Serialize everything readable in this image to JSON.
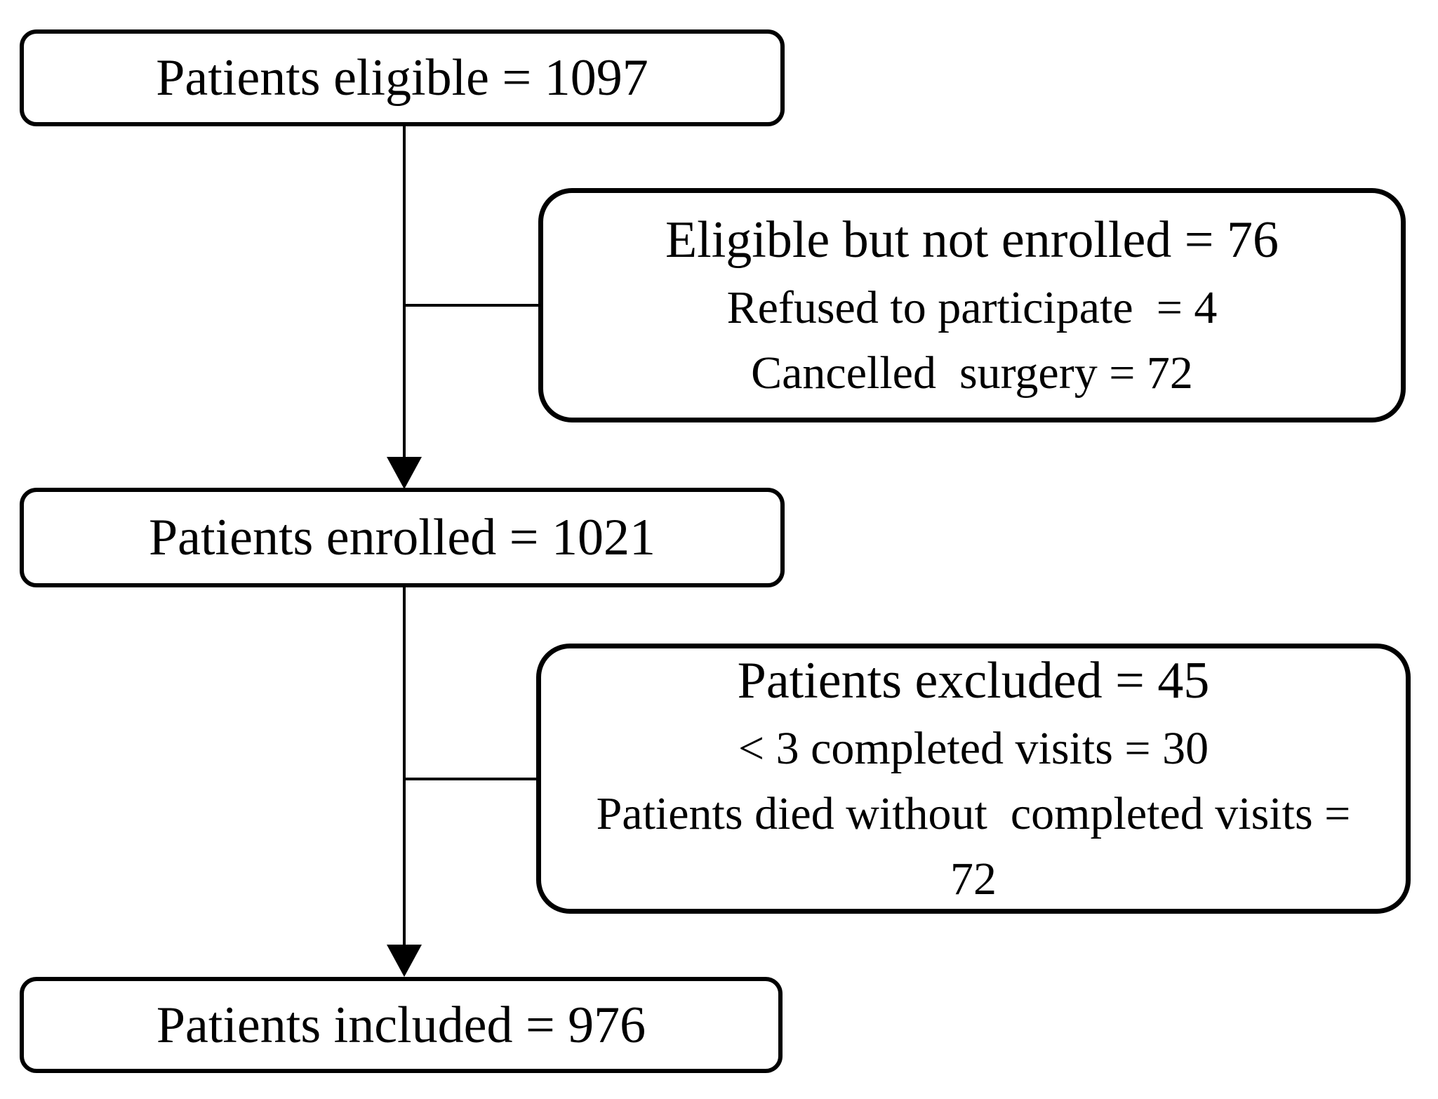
{
  "palette": {
    "background": "#ffffff",
    "border": "#000000",
    "text": "#000000",
    "connector": "#000000"
  },
  "flowchart": {
    "type": "patient-enrollment-flow",
    "boxes": {
      "eligible": {
        "line1": "Patients eligible = 1097"
      },
      "not_enrolled": {
        "line1": "Eligible but not enrolled = 76",
        "line2": "Refused to participate  = 4",
        "line3": "Cancelled  surgery = 72"
      },
      "enrolled": {
        "line1": "Patients enrolled = 1021"
      },
      "excluded": {
        "line1": "Patients excluded = 45",
        "line2": "< 3 completed visits = 30",
        "line3": "Patients died without  completed visits = 72"
      },
      "included": {
        "line1": "Patients included = 976"
      }
    },
    "edges": [
      {
        "from": "eligible",
        "to": "enrolled",
        "arrow": true
      },
      {
        "from": "eligible",
        "to": "not_enrolled",
        "arrow": false
      },
      {
        "from": "enrolled",
        "to": "included",
        "arrow": true
      },
      {
        "from": "enrolled",
        "to": "excluded",
        "arrow": false
      }
    ]
  }
}
